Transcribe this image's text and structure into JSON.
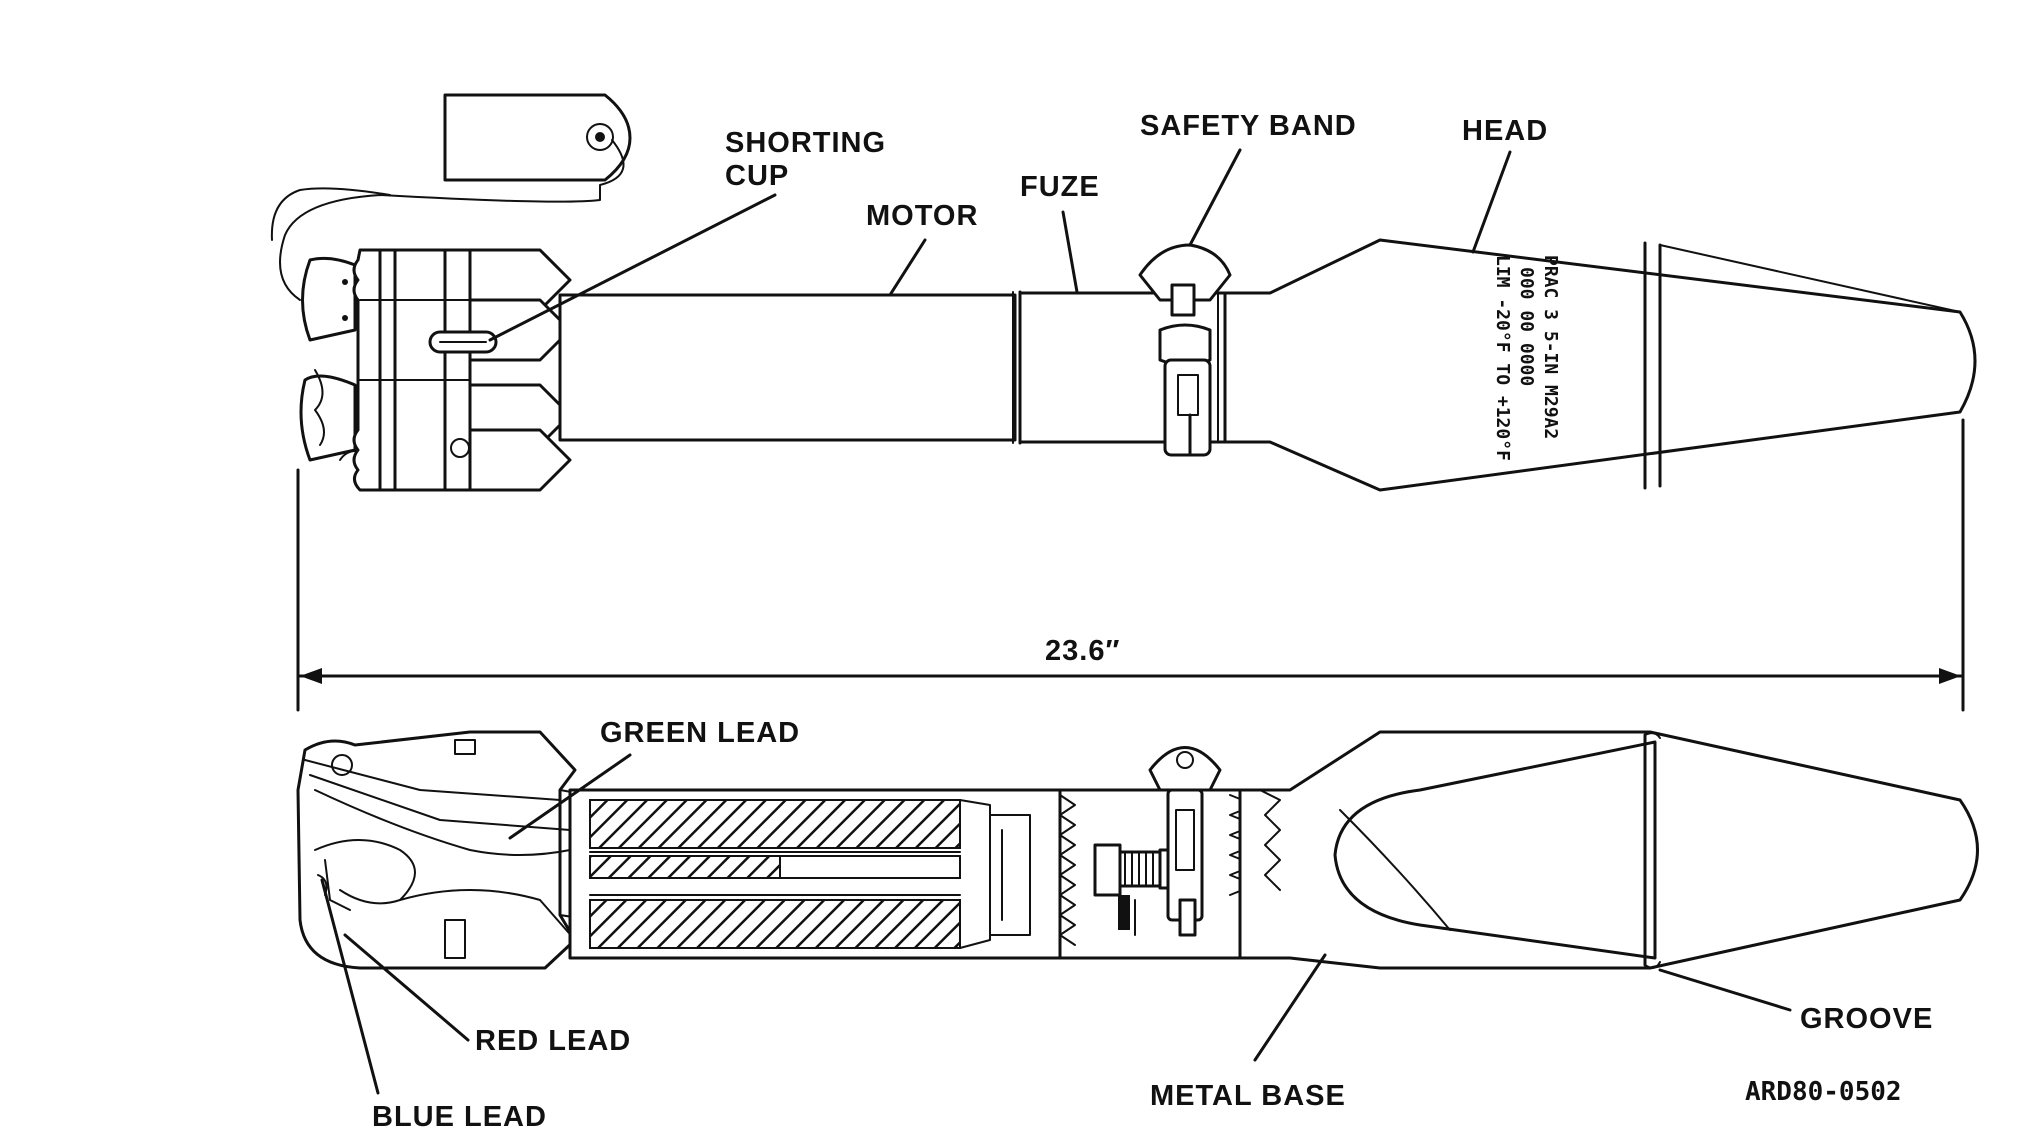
{
  "labels": {
    "shorting_cup_line1": "SHORTING",
    "shorting_cup_line2": "CUP",
    "motor": "MOTOR",
    "fuze": "FUZE",
    "safety_band": "SAFETY BAND",
    "head": "HEAD",
    "dimension": "23.6″",
    "green_lead": "GREEN LEAD",
    "red_lead": "RED LEAD",
    "blue_lead": "BLUE LEAD",
    "metal_base": "METAL BASE",
    "groove": "GROOVE",
    "figure_id": "ARD80-0502"
  },
  "stencil": {
    "line1": "PRAC 3 5-IN M29A2",
    "line2": "000 00 0000",
    "line3": "LIM -20°F TO +120°F"
  },
  "colors": {
    "ink": "#111111",
    "paper": "#ffffff"
  }
}
